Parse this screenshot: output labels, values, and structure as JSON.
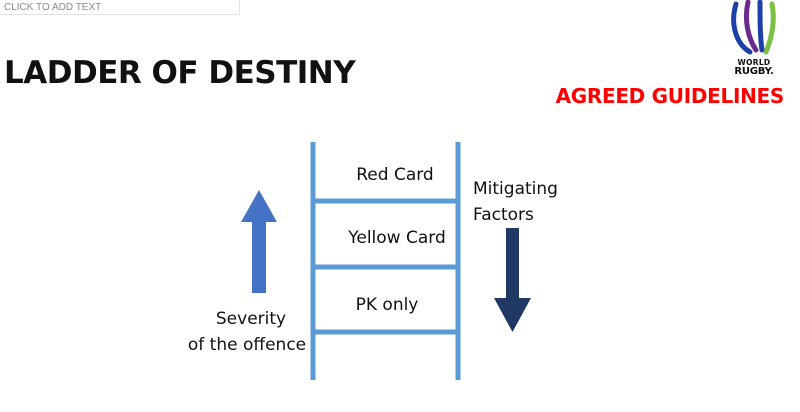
{
  "placeholder": {
    "text": "CLICK TO ADD TEXT"
  },
  "title": "LADDER OF DESTINY",
  "logo": {
    "line1": "WORLD",
    "line2": "RUGBY."
  },
  "subtitle": "AGREED GUIDELINES",
  "ladder": {
    "rungs": [
      {
        "label": "Red Card"
      },
      {
        "label": "Yellow Card"
      },
      {
        "label": "PK only"
      }
    ]
  },
  "left_note": {
    "lines": [
      "Severity",
      "of the offence"
    ]
  },
  "right_note": {
    "lines": [
      "Mitigating",
      "Factors"
    ]
  },
  "colors": {
    "ladder": "#5b9bd5",
    "up_arrow": "#4472c4",
    "down_arrow": "#203864",
    "subtitle": "#ff0000",
    "logo_blue": "#1f3fa8",
    "logo_green": "#7ac143",
    "logo_purple": "#6a2c8c"
  },
  "icons": {
    "logo": "world-rugby-logo-icon",
    "up": "arrow-up-icon",
    "down": "arrow-down-icon"
  }
}
